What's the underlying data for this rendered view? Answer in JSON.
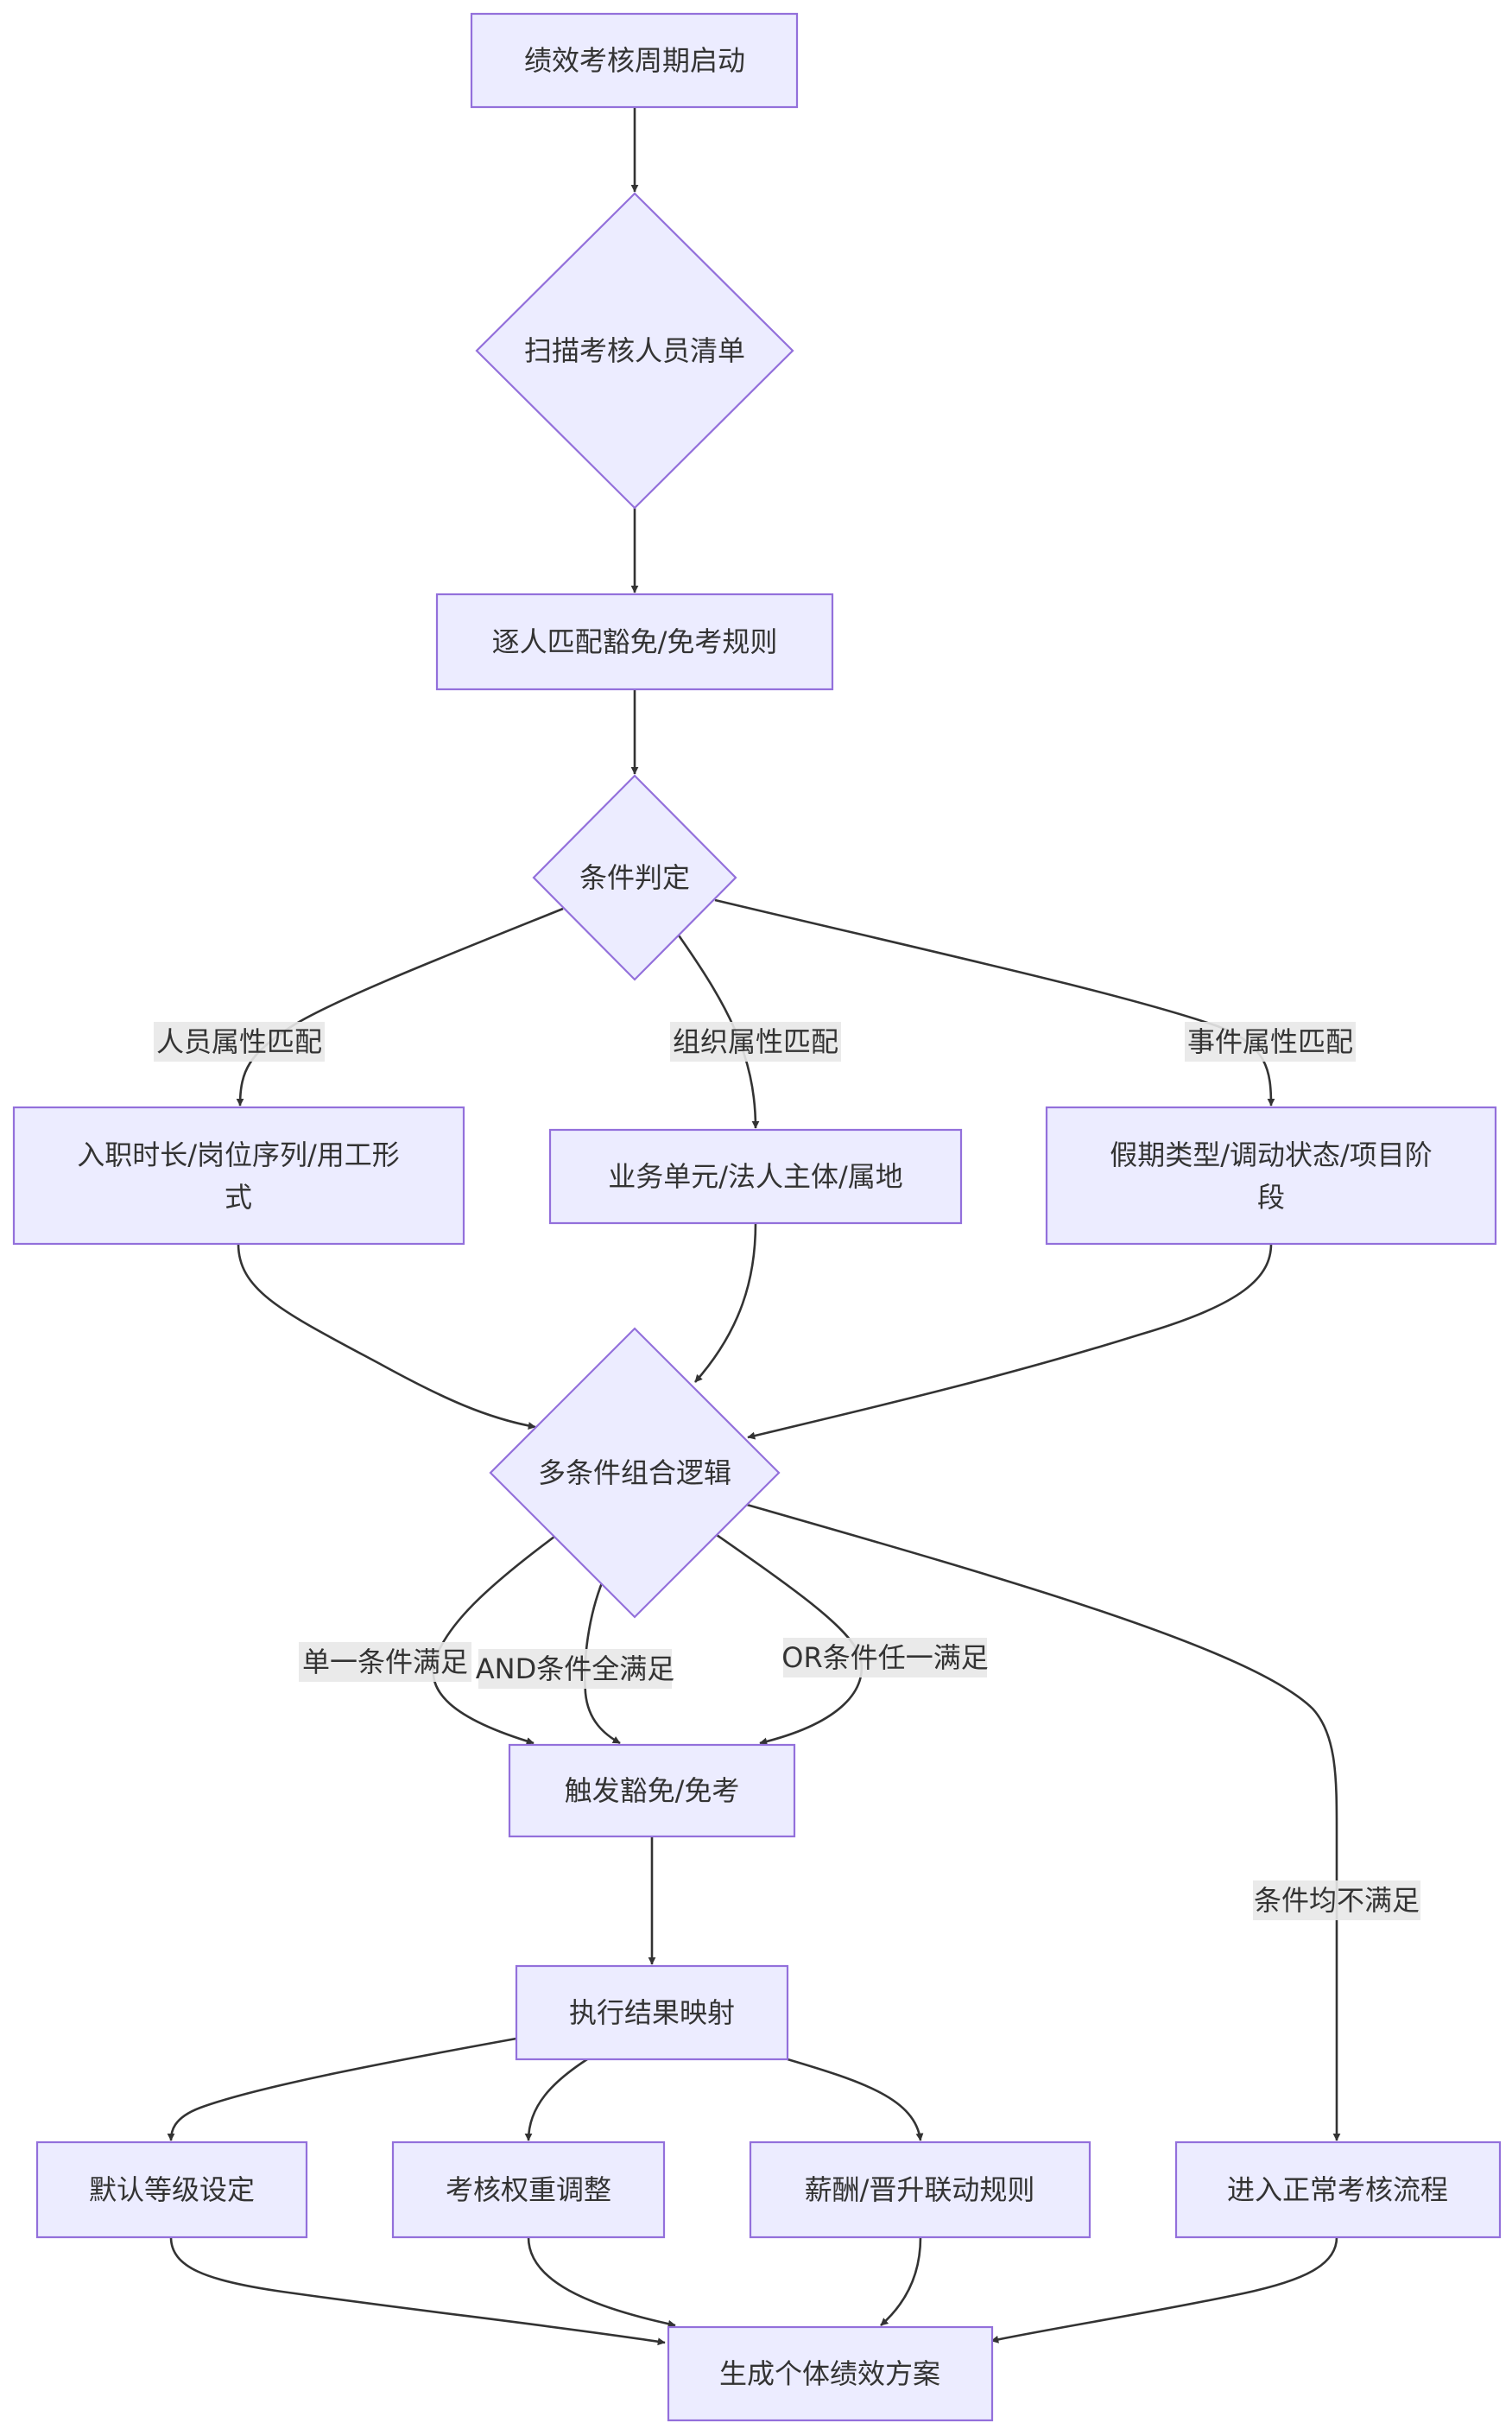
{
  "diagram": {
    "nodes": {
      "start": "绩效考核周期启动",
      "scan": "扫描考核人员清单",
      "match": "逐人匹配豁免/免考规则",
      "judge": "条件判定",
      "person_attr_line1": "入职时长/岗位序列/用工形",
      "person_attr_line2": "式",
      "org_attr": "业务单元/法人主体/属地",
      "event_attr_line1": "假期类型/调动状态/项目阶",
      "event_attr_line2": "段",
      "combo": "多条件组合逻辑",
      "trigger": "触发豁免/免考",
      "map": "执行结果映射",
      "default_grade": "默认等级设定",
      "weight_adjust": "考核权重调整",
      "salary_rule": "薪酬/晋升联动规则",
      "normal_flow": "进入正常考核流程",
      "generate": "生成个体绩效方案"
    },
    "edge_labels": {
      "person": "人员属性匹配",
      "org": "组织属性匹配",
      "event": "事件属性匹配",
      "single": "单一条件满足",
      "and": "AND条件全满足",
      "or": "OR条件任一满足",
      "none": "条件均不满足"
    },
    "colors": {
      "node_fill": "#ececff",
      "node_stroke": "#9370db",
      "edge": "#333333",
      "label_bg": "#e8e8e8",
      "text": "#333333"
    }
  }
}
